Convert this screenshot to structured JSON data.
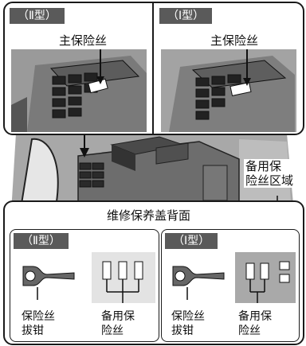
{
  "top_panels": {
    "left": {
      "type_label": "（Ⅱ型）",
      "fuse_label": "主保险丝"
    },
    "right": {
      "type_label": "（Ⅰ型）",
      "fuse_label": "主保险丝"
    }
  },
  "spare_area_label_line1": "备用保",
  "spare_area_label_line2": "险丝区域",
  "bottom_panel": {
    "title": "维修保养盖背面",
    "left": {
      "type_label": "（Ⅱ型）",
      "puller_line1": "保险丝",
      "puller_line2": "拔钳",
      "spare_line1": "备用保",
      "spare_line2": "险丝"
    },
    "right": {
      "type_label": "（Ⅰ型）",
      "puller_line1": "保险丝",
      "puller_line2": "拔钳",
      "spare_line1": "备用保",
      "spare_line2": "险丝"
    }
  },
  "colors": {
    "border": "#1a1a1a",
    "tag_bg": "#5a5a5a",
    "engine_gray": "#9a9a9a"
  }
}
